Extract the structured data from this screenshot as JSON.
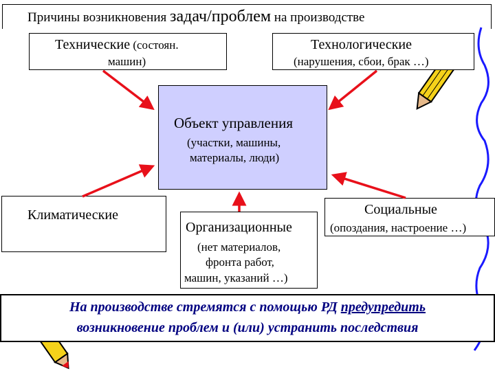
{
  "title": {
    "part1": "Причины возникновения ",
    "part2": "задач/проблем",
    "part3": " на  производстве"
  },
  "technical": {
    "line1": "Технические",
    "line1_small": " (состоян.",
    "line2": "машин)"
  },
  "technological": {
    "line1": "Технологические",
    "line2": "(нарушения, сбои, брак …)"
  },
  "center": {
    "line1": "Объект управления",
    "line2": "(участки, машины,",
    "line3": "материалы, люди)"
  },
  "climatic": {
    "label": "Климатические"
  },
  "organizational": {
    "line1": "Организационные",
    "line2": "(нет материалов,",
    "line3": "фронта работ,",
    "line4": "машин, указаний …)"
  },
  "social": {
    "line1": "Социальные",
    "line2": "(опоздания, настроение …)"
  },
  "bottom": {
    "line1_a": "На производстве стремятся с помощью РД ",
    "line1_b": "предупредить",
    "line2": "возникновение проблем и (или) устранить последствия"
  },
  "colors": {
    "arrow": "#e8101a",
    "center_fill": "#cfcfff",
    "bottom_text": "#000080",
    "squiggle": "#1a1aff"
  }
}
